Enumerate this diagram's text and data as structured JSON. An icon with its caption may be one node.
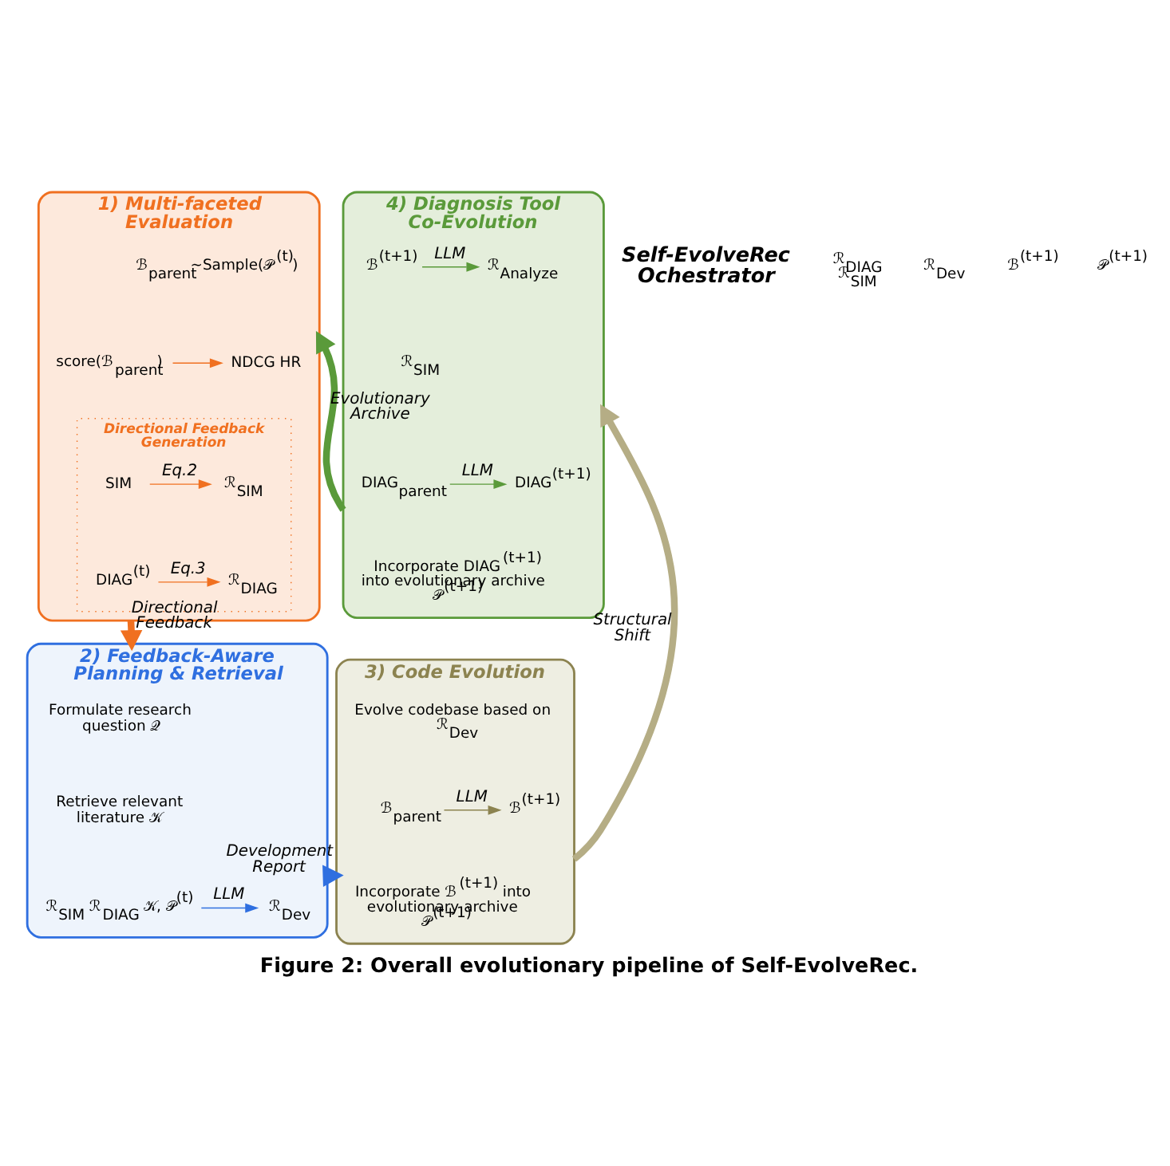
{
  "diagram": {
    "caption": "Figure 2: Overall evolutionary pipeline of Self-EvolveRec.",
    "nodes": [
      {
        "text": [
          "1) Multi-faceted Evaluation"
        ]
      },
      {
        "text": [
          "ℬ$_{parent}$∼Sample(𝒫$^{(t)}$)"
        ],
        "in": 0
      },
      {
        "text": [
          "score(ℬ$_{parent}$)"
        ],
        "in": 0
      },
      {
        "text": [
          "NDCG HR"
        ],
        "in": 0
      },
      {
        "text": [
          "Directional Feedback Generation"
        ],
        "in": 0
      },
      {
        "text": [
          "SIM"
        ],
        "in": 4
      },
      {
        "text": [
          "ℛ$_{SIM}$"
        ],
        "in": 4
      },
      {
        "text": [
          "DIAG$^{(t)}$"
        ],
        "in": 4
      },
      {
        "text": [
          "ℛ$_{DIAG}$"
        ],
        "in": 4
      },
      {
        "text": [
          "4) Diagnosis Tool Co-Evolution"
        ]
      },
      {
        "text": [
          "ℬ$^{(t+1)}$"
        ],
        "in": 9
      },
      {
        "text": [
          "ℛ$_{Analyze}$"
        ],
        "in": 9
      },
      {
        "text": [
          "ℛ$_{SIM}$"
        ],
        "in": 9
      },
      {
        "text": [
          "DIAG$_{parent}$"
        ],
        "in": 9
      },
      {
        "text": [
          "DIAG$^{(t+1)}$"
        ],
        "in": 9
      },
      {
        "text": [
          "Incorporate DIAG$^{(t+1)}$ into evolutionary archive 𝒫$^{(t+1)}$"
        ],
        "in": 9
      },
      {
        "text": [
          "2) Feedback-Aware Planning & Retrieval"
        ]
      },
      {
        "text": [
          "Formulate research question 𝒬"
        ],
        "in": 16
      },
      {
        "text": [
          "Retrieve relevant literature 𝒦"
        ],
        "in": 16
      },
      {
        "text": [
          "ℛ$_{SIM}$ ℛ$_{DIAG}$ 𝒦, 𝒫$^{(t)}$"
        ],
        "in": 16
      },
      {
        "text": [
          "ℛ$_{Dev}$"
        ],
        "in": 16
      },
      {
        "text": [
          "3) Code Evolution"
        ]
      },
      {
        "text": [
          "Evolve codebase based on ℛ$_{Dev}$"
        ],
        "in": 21
      },
      {
        "text": [
          "ℬ$_{parent}$"
        ],
        "in": 21
      },
      {
        "text": [
          "ℬ$^{(t+1)}$"
        ],
        "in": 21
      },
      {
        "text": [
          "Incorporate ℬ$^{(t+1)}$ into evolutionary archive 𝒫$^{(t+1)}$"
        ],
        "in": 21
      }
    ],
    "edges": [
      {
        "from": 2,
        "to": 3,
        "arrow": "to",
        "color": "#f07020"
      },
      {
        "from": 5,
        "to": 6,
        "label": "Eq.2",
        "arrow": "to",
        "color": "#f07020"
      },
      {
        "from": 7,
        "to": 8,
        "label": "Eq.3",
        "arrow": "to",
        "color": "#f07020"
      },
      {
        "from": 10,
        "to": 11,
        "label": "LLM",
        "arrow": "to",
        "color": "#5a9a3a"
      },
      {
        "from": 13,
        "to": 14,
        "label": "LLM",
        "arrow": "to",
        "color": "#5a9a3a"
      },
      {
        "from": 19,
        "to": 20,
        "label": "LLM",
        "arrow": "to",
        "color": "#2f6fe0"
      },
      {
        "from": 23,
        "to": 24,
        "label": "LLM",
        "arrow": "to",
        "color": "#8c8350"
      },
      {
        "from": 0,
        "to": 16,
        "label": "Directional Feedback",
        "arrow": "to",
        "style": "thick",
        "color": "#f07020"
      },
      {
        "from": 16,
        "to": 21,
        "label": "Development Report",
        "arrow": "to",
        "style": "thick",
        "color": "#2f6fe0"
      },
      {
        "from": 21,
        "to": 9,
        "label": "Structural Shift",
        "arrow": "to",
        "style": "thick",
        "color": "#b5ad85"
      },
      {
        "from": 9,
        "to": 0,
        "label": "Evolutionary Archive",
        "arrow": "to",
        "style": "thick",
        "color": "#5a9a3a"
      }
    ],
    "labels": [
      "Self-EvolveRec Ochestrator",
      "ℛ$_{DIAG}$ ℛ$_{SIM}$",
      "ℛ$_{Dev}$",
      "ℬ$^{(t+1)}$",
      "𝒫$^{(t+1)}$"
    ]
  }
}
